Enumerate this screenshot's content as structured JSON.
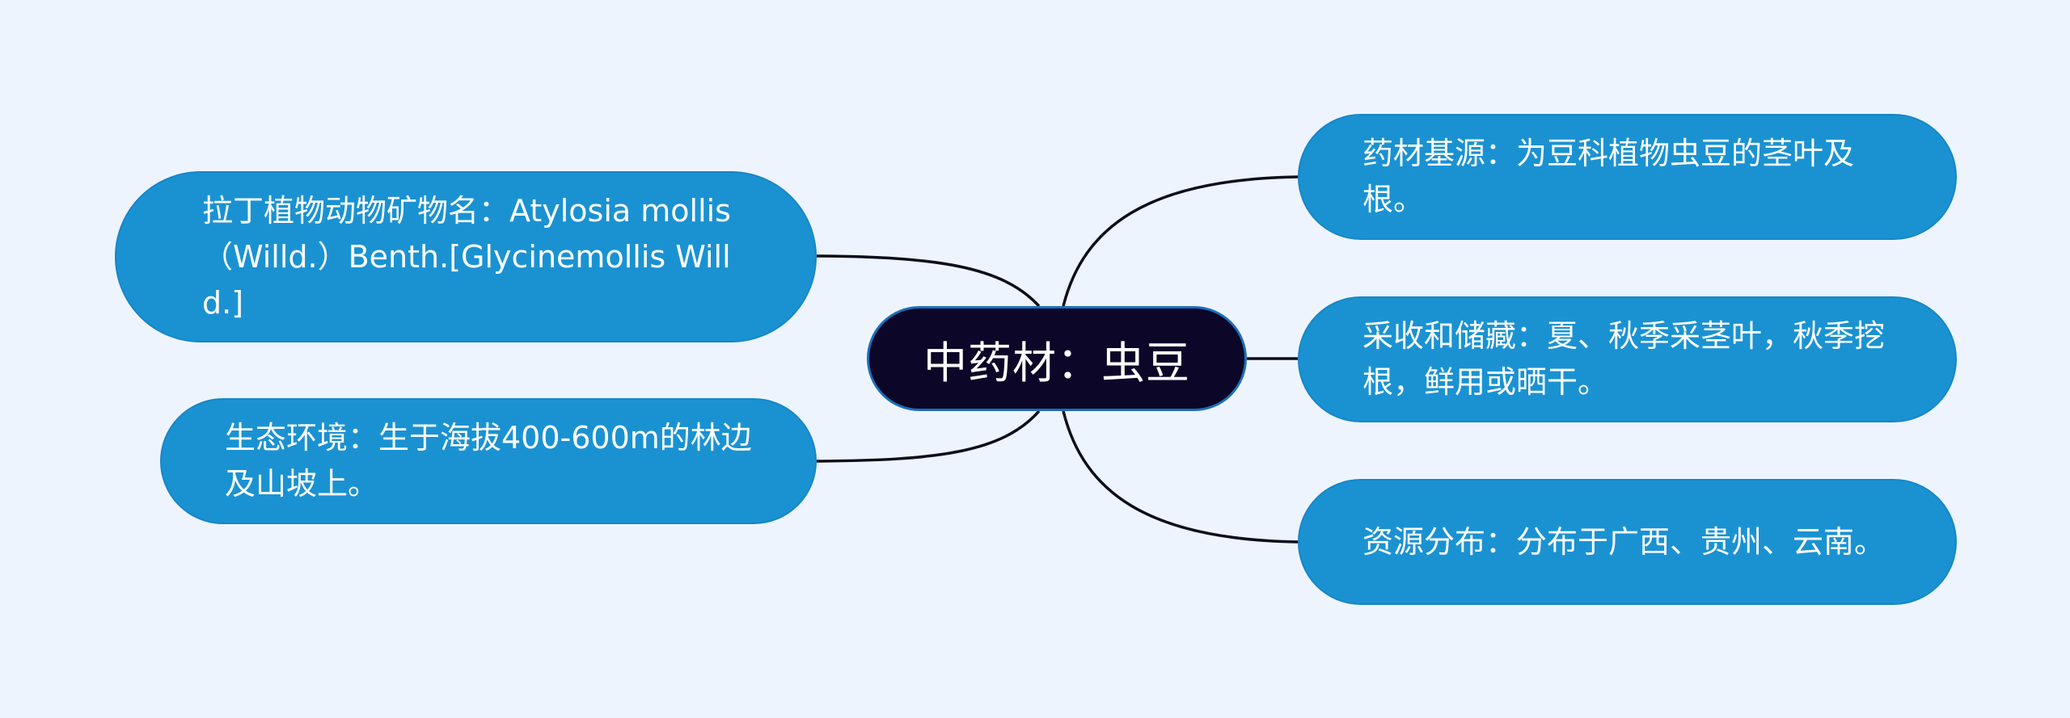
{
  "mindmap": {
    "center": {
      "label": "中药材：虫豆"
    },
    "left_branches": [
      {
        "label": "拉丁植物动物矿物名：Atylosia mollis（Willd.）Benth.[Glycinemollis Willd.]"
      },
      {
        "label": "生态环境：生于海拔400-600m的林边及山坡上。"
      }
    ],
    "right_branches": [
      {
        "label": "药材基源：为豆科植物虫豆的茎叶及根。"
      },
      {
        "label": "采收和储藏：夏、秋季采茎叶，秋季挖根，鲜用或晒干。"
      },
      {
        "label": "资源分布：分布于广西、贵州、云南。"
      }
    ]
  },
  "colors": {
    "background": "#eef4fe",
    "center_fill": "#0c0628",
    "node_fill": "#1a92d2",
    "connector": "#0d0d1a",
    "text": "#ffffff"
  }
}
